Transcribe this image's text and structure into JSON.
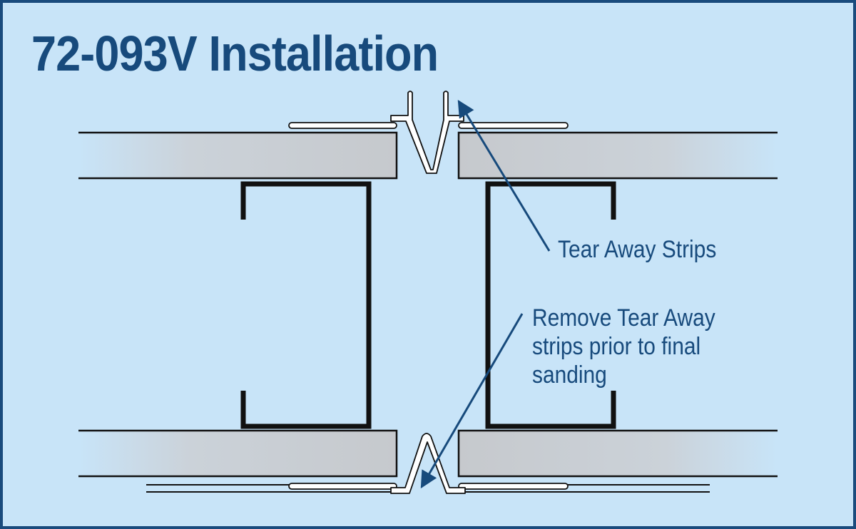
{
  "title": "72-093V Installation",
  "callouts": {
    "tear_away": "Tear Away Strips",
    "remove": "Remove Tear Away strips prior to final sanding"
  },
  "colors": {
    "background": "#c8e4f8",
    "border": "#1a4b7d",
    "text": "#174a7c",
    "board_fill": "#c9cdd2",
    "stud_stroke": "#111111",
    "bead_fill": "#ffffff"
  }
}
